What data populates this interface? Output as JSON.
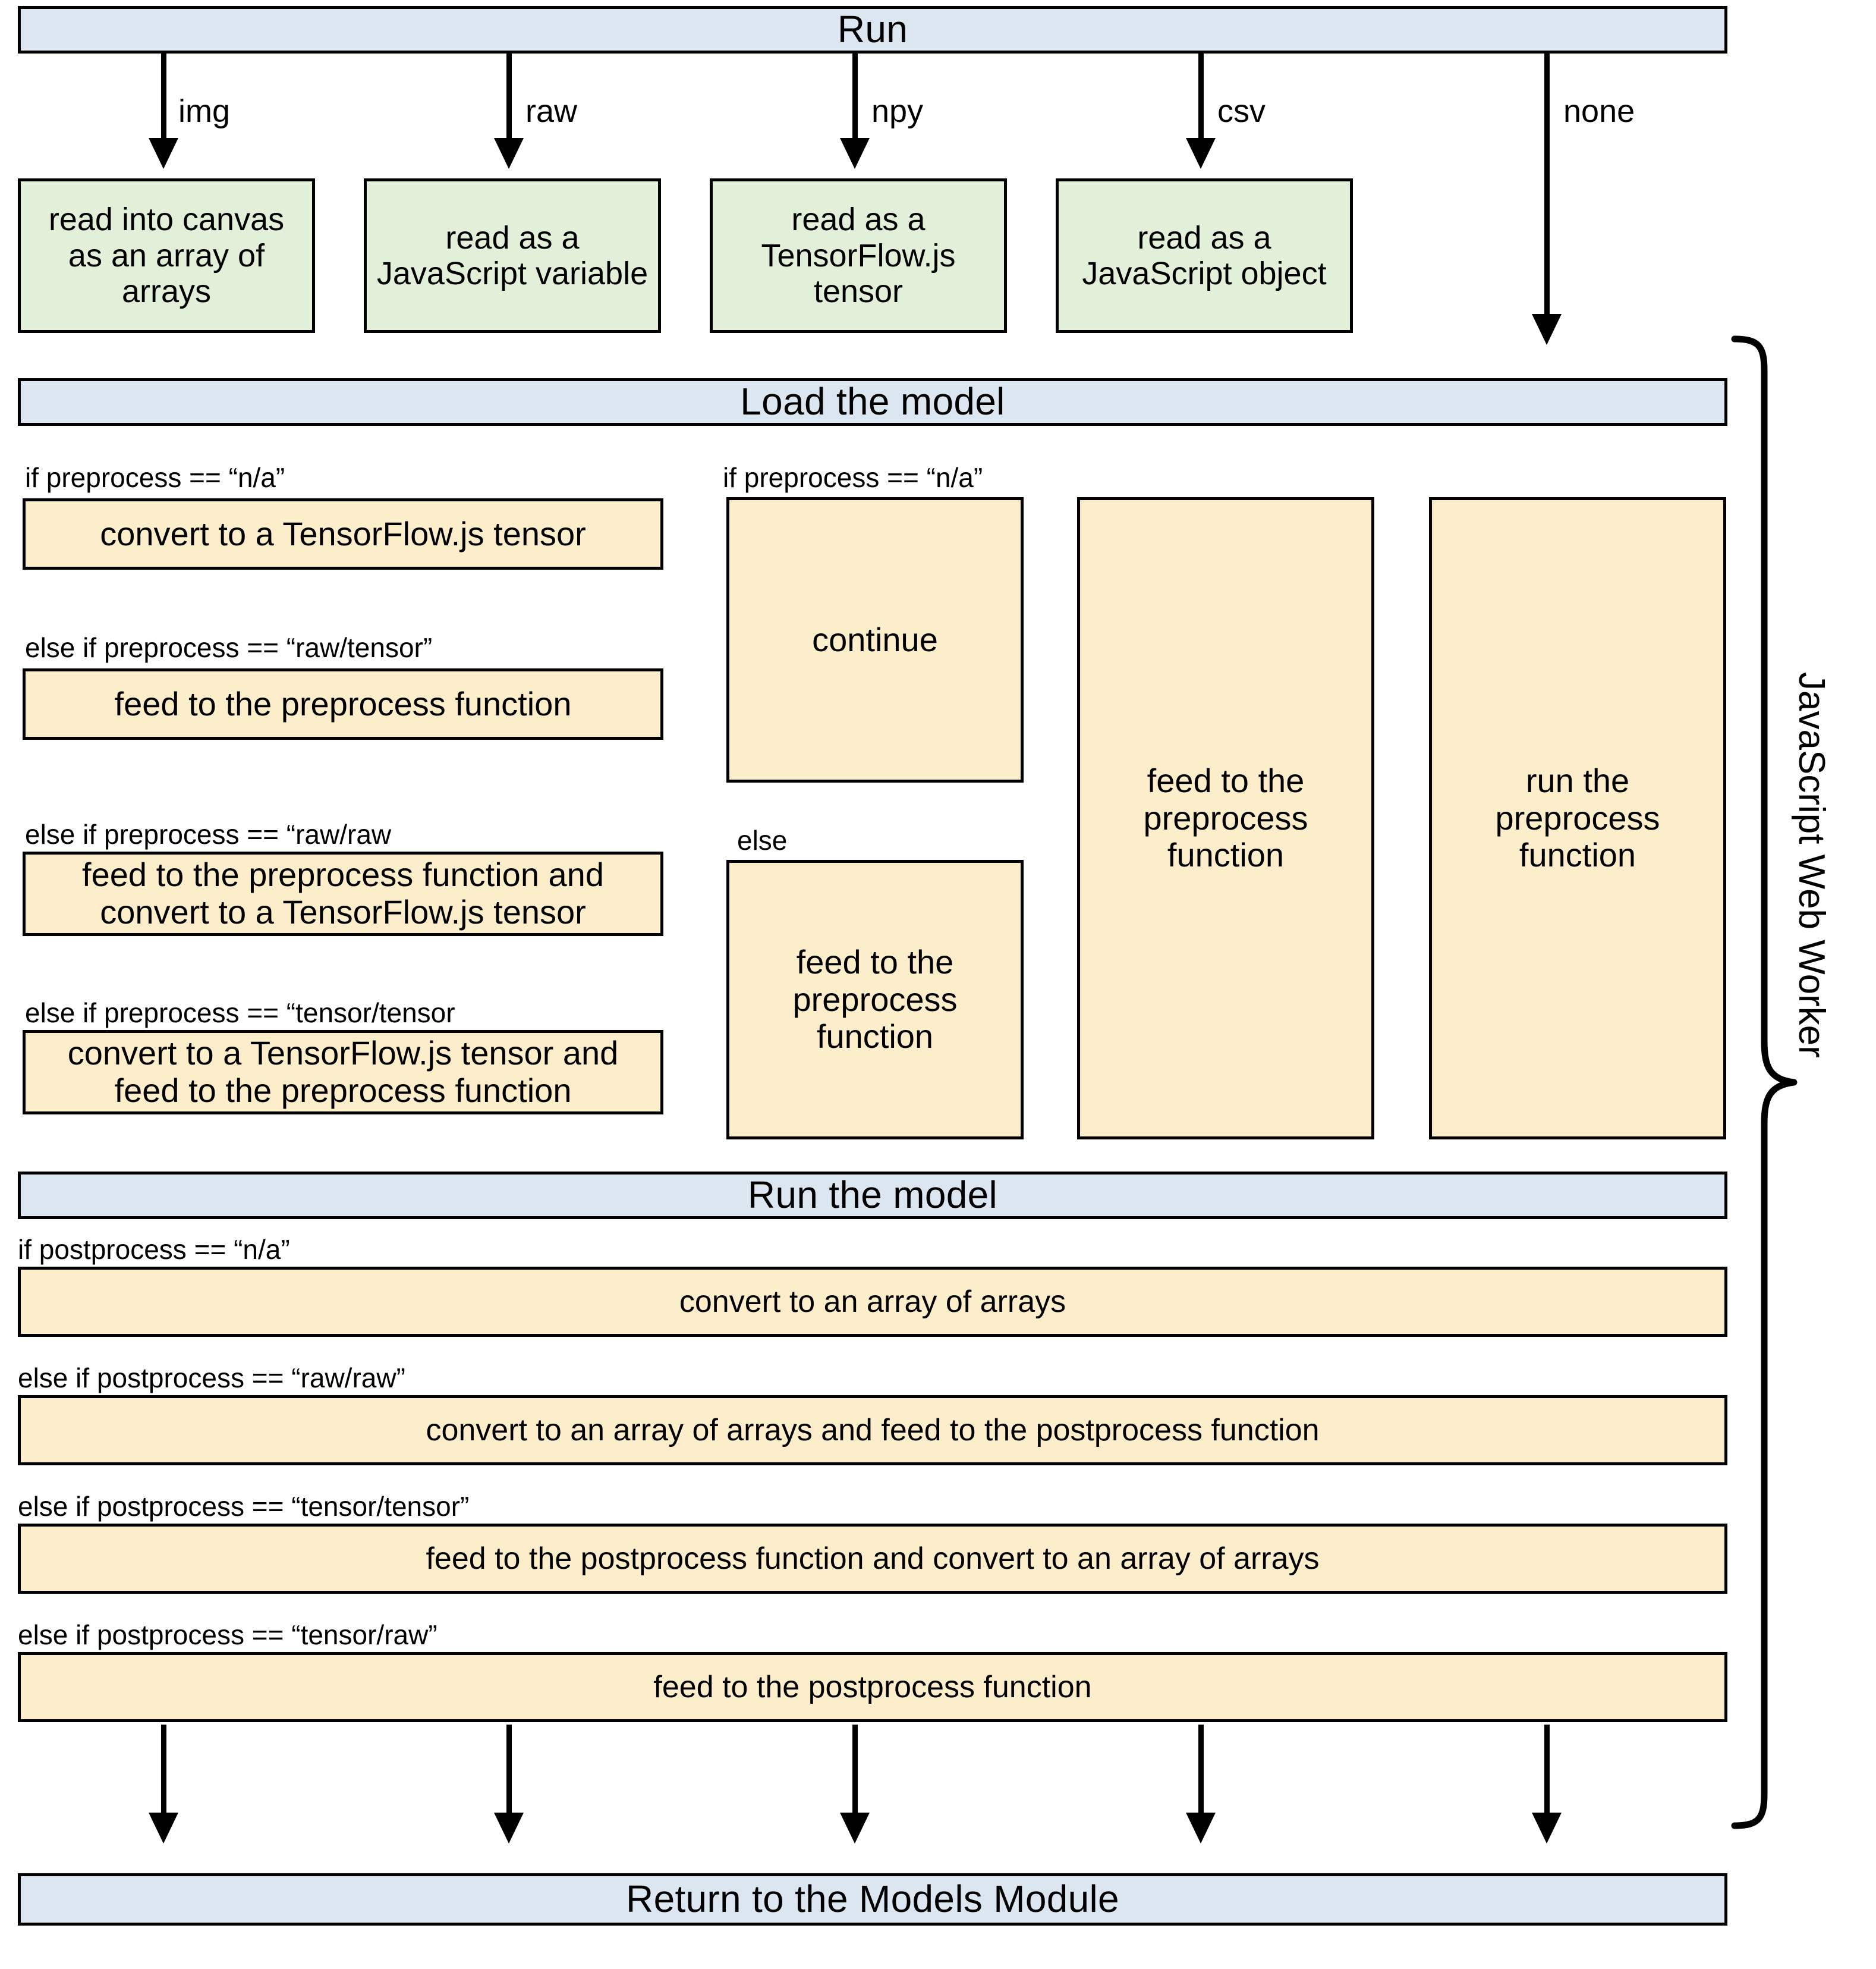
{
  "diagram": {
    "title_bands": {
      "run": "Run",
      "load_the_model": "Load the model",
      "run_the_model": "Run the model",
      "return": "Return to the Models Module"
    },
    "worker_bracket_label": "JavaScript Web Worker",
    "colors": {
      "band": "#dce6f1",
      "source": "#e2efd9",
      "step": "#fdeecb",
      "stroke": "#000000",
      "background": "#ffffff"
    },
    "input_edges": [
      {
        "label": "img"
      },
      {
        "label": "raw"
      },
      {
        "label": "npy"
      },
      {
        "label": "csv"
      },
      {
        "label": "none"
      }
    ],
    "source_boxes": [
      {
        "text": "read into canvas as an array of arrays"
      },
      {
        "text": "read as a JavaScript variable"
      },
      {
        "text": "read as a TensorFlow.js tensor"
      },
      {
        "text": "read as a JavaScript object"
      }
    ],
    "preprocess_columns": [
      {
        "branches": [
          {
            "condition": "if preprocess == “n/a”",
            "text": "convert to a TensorFlow.js tensor"
          },
          {
            "condition": "else if preprocess == “raw/tensor”",
            "text": "feed to the preprocess function"
          },
          {
            "condition": "else if preprocess == “raw/raw",
            "text": "feed to the preprocess function and convert to a TensorFlow.js tensor"
          },
          {
            "condition": "else if preprocess == “tensor/tensor",
            "text": "convert to a TensorFlow.js tensor and feed to the preprocess function"
          }
        ]
      },
      {
        "branches": [
          {
            "condition": "if preprocess == “n/a”",
            "text": "continue"
          },
          {
            "condition": "else",
            "text": "feed to the preprocess function"
          }
        ]
      },
      {
        "branches": [
          {
            "condition": "",
            "text": "feed to the preprocess function"
          }
        ]
      },
      {
        "branches": [
          {
            "condition": "",
            "text": "run the preprocess function"
          }
        ]
      }
    ],
    "postprocess_branches": [
      {
        "condition": "if postprocess == “n/a”",
        "text": "convert to an array of arrays"
      },
      {
        "condition": "else if postprocess == “raw/raw”",
        "text": "convert to an array of arrays and feed to the postprocess function"
      },
      {
        "condition": "else if postprocess == “tensor/tensor”",
        "text": "feed to the postprocess function and convert to an array of arrays"
      },
      {
        "condition": "else if postprocess == “tensor/raw”",
        "text": "feed to the postprocess function"
      }
    ]
  }
}
